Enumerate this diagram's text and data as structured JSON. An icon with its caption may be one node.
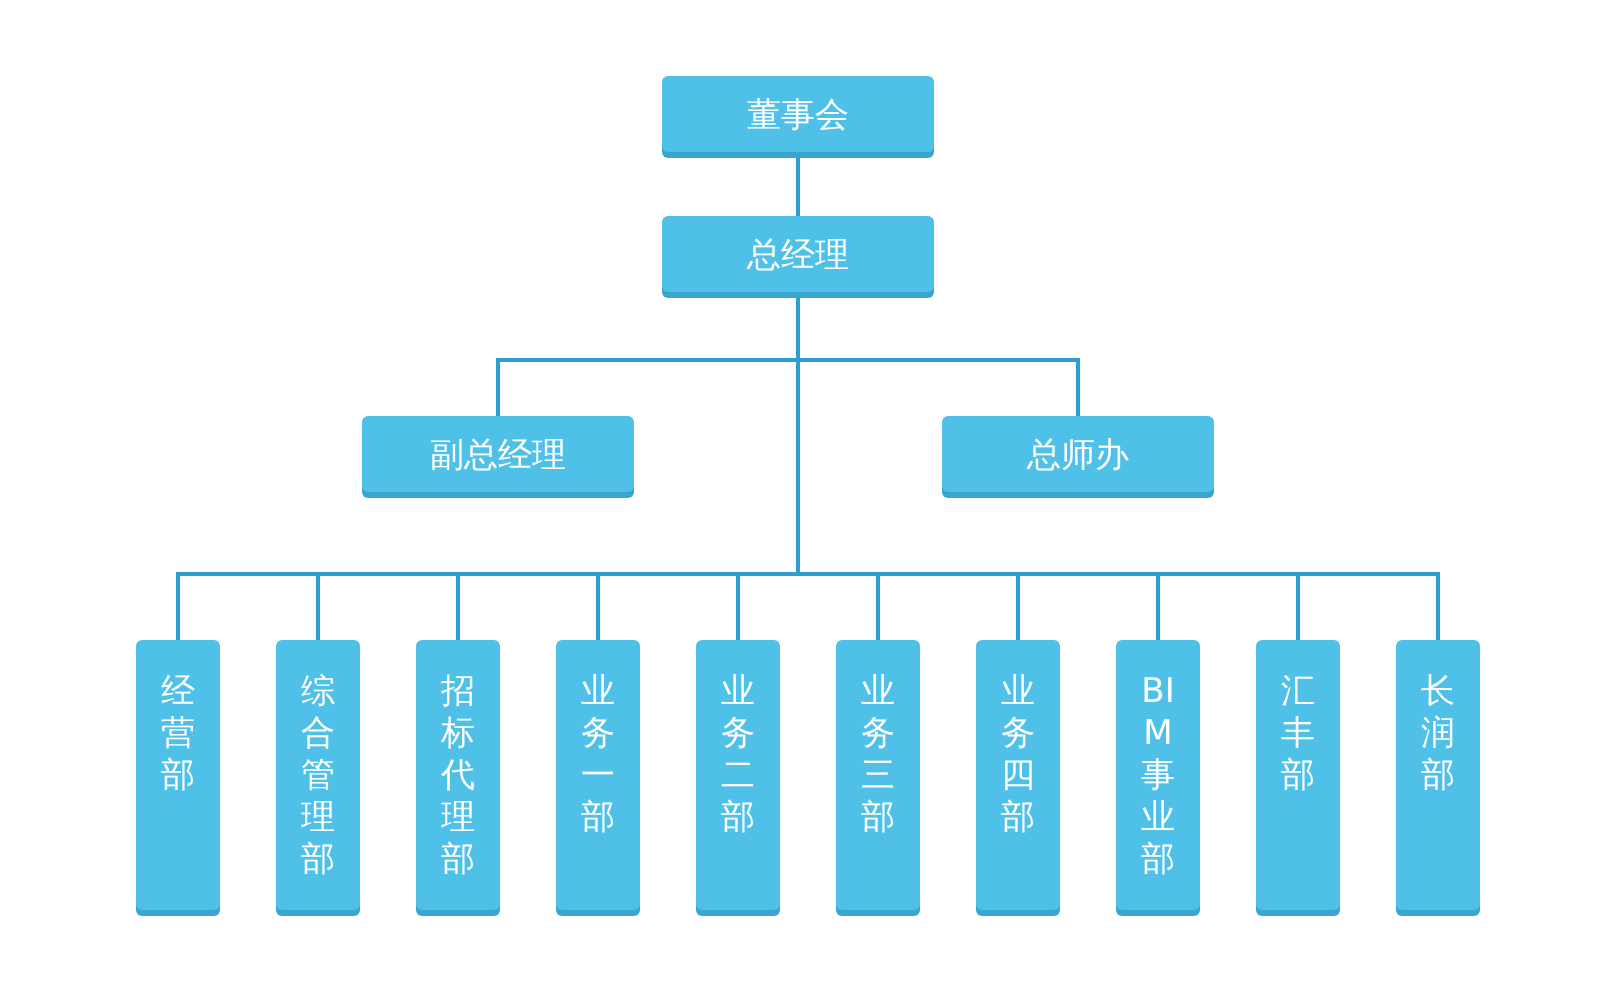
{
  "diagram": {
    "nodes": [
      {
        "text": [
          "董事会"
        ]
      },
      {
        "text": [
          "总经理"
        ]
      },
      {
        "text": [
          "副总经理"
        ]
      },
      {
        "text": [
          "总师办"
        ]
      },
      {
        "text": [
          "经营部"
        ]
      },
      {
        "text": [
          "综合管理部"
        ]
      },
      {
        "text": [
          "招标代理部"
        ]
      },
      {
        "text": [
          "业务一部"
        ]
      },
      {
        "text": [
          "业务二部"
        ]
      },
      {
        "text": [
          "业务三部"
        ]
      },
      {
        "text": [
          "业务四部"
        ]
      },
      {
        "text": [
          "BIM事业部"
        ]
      },
      {
        "text": [
          "汇丰部"
        ]
      },
      {
        "text": [
          "长润部"
        ]
      }
    ],
    "edges": [
      {
        "from": 0,
        "to": 1,
        "arrow": "none"
      },
      {
        "from": 1,
        "to": 2,
        "arrow": "none"
      },
      {
        "from": 1,
        "to": 3,
        "arrow": "none"
      },
      {
        "from": 1,
        "to": 4,
        "arrow": "none"
      },
      {
        "from": 1,
        "to": 5,
        "arrow": "none"
      },
      {
        "from": 1,
        "to": 6,
        "arrow": "none"
      },
      {
        "from": 1,
        "to": 7,
        "arrow": "none"
      },
      {
        "from": 1,
        "to": 8,
        "arrow": "none"
      },
      {
        "from": 1,
        "to": 9,
        "arrow": "none"
      },
      {
        "from": 1,
        "to": 10,
        "arrow": "none"
      },
      {
        "from": 1,
        "to": 11,
        "arrow": "none"
      },
      {
        "from": 1,
        "to": 12,
        "arrow": "none"
      },
      {
        "from": 1,
        "to": 13,
        "arrow": "none"
      }
    ]
  }
}
